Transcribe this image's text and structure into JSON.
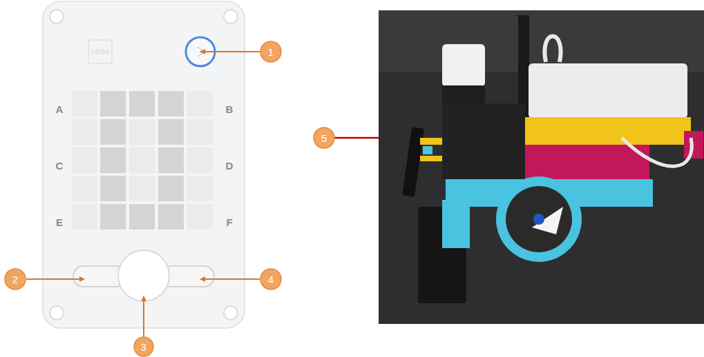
{
  "diagram": {
    "labels": [
      "1",
      "LEGO",
      "A",
      "B",
      "C",
      "D",
      "E",
      "F",
      "2",
      "4",
      "3",
      "5"
    ]
  }
}
